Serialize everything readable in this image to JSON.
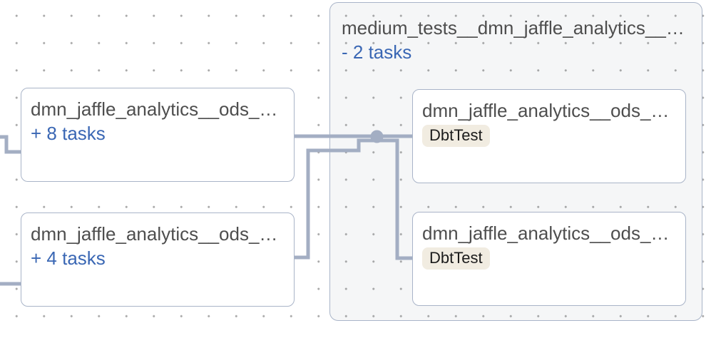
{
  "colors": {
    "edge": "#a3aec3",
    "node_border": "#a9b4c8",
    "link_blue": "#3a67b4",
    "title_text": "#4e4e4e",
    "group_background": "#f4f4f5",
    "badge_background": "#f1ece1",
    "badge_text": "#1b1b1b",
    "grid_dot": "#aaaaaa"
  },
  "group": {
    "title": "medium_tests__dmn_jaffle_analytics__…",
    "toggle_label": "- 2 tasks",
    "children": [
      {
        "title": "dmn_jaffle_analytics__ods_…",
        "badge": "DbtTest"
      },
      {
        "title": "dmn_jaffle_analytics__ods_…",
        "badge": "DbtTest"
      }
    ]
  },
  "nodes": [
    {
      "title": "dmn_jaffle_analytics__ods_…",
      "toggle_label": "+ 8 tasks"
    },
    {
      "title": "dmn_jaffle_analytics__ods_…",
      "toggle_label": "+ 4 tasks"
    }
  ]
}
